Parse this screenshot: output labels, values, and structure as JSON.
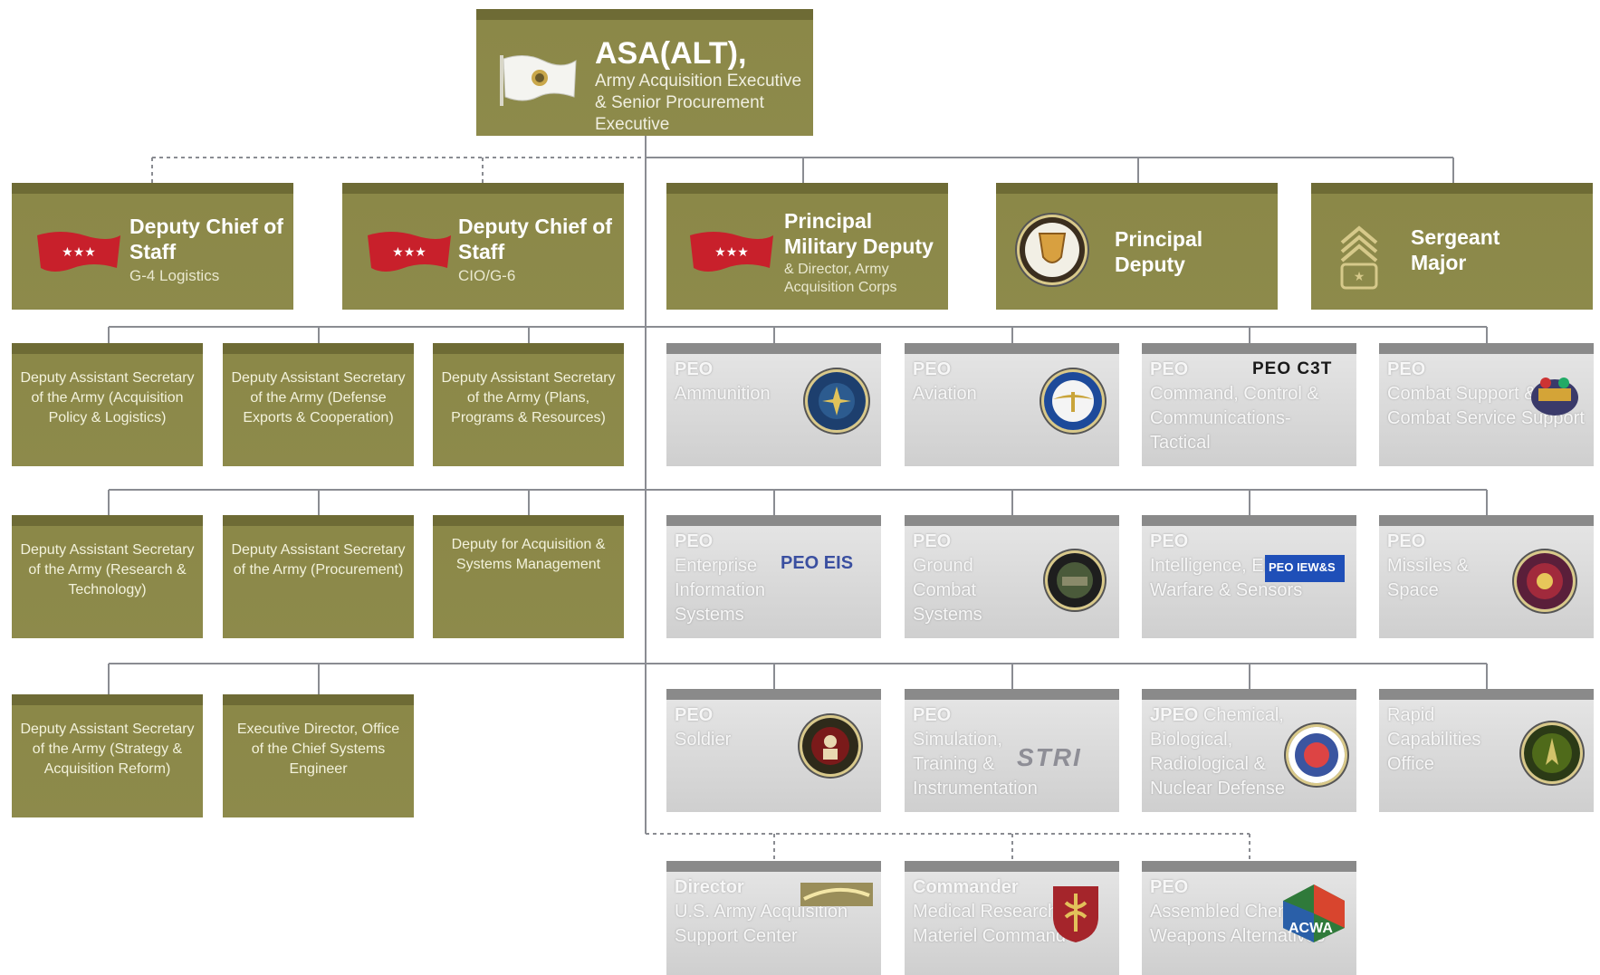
{
  "top": {
    "title": "ASA(ALT),",
    "subtitle": "Army Acquisition Executive & Senior Procurement Executive"
  },
  "level2": [
    {
      "title": "Deputy Chief of Staff",
      "subtitle": "G-4 Logistics"
    },
    {
      "title": "Deputy Chief of Staff",
      "subtitle": "CIO/G-6"
    },
    {
      "title": "Principal Military Deputy",
      "subtitle": "& Director, Army Acquisition Corps"
    },
    {
      "title": "Principal Deputy",
      "subtitle": ""
    },
    {
      "title": "Sergeant Major",
      "subtitle": ""
    }
  ],
  "deputies": [
    "Deputy Assistant Secretary of the Army (Acquisition Policy & Logistics)",
    "Deputy Assistant Secretary of the Army (Defense Exports & Cooperation)",
    "Deputy Assistant Secretary of the Army (Plans, Programs & Resources)",
    "Deputy Assistant Secretary of the Army (Research & Technology)",
    "Deputy Assistant Secretary of the Army (Procurement)",
    "Deputy for Acquisition & Systems Management",
    "Deputy Assistant Secretary of the Army (Strategy & Acquisition Reform)",
    "Executive Director, Office of the Chief Systems Engineer"
  ],
  "peos": [
    {
      "lead": "PEO",
      "text": "Ammunition"
    },
    {
      "lead": "PEO",
      "text": "Aviation"
    },
    {
      "lead": "PEO",
      "text": "Command, Control & Communications-Tactical"
    },
    {
      "lead": "PEO",
      "text": "Combat Support & Combat Service Support"
    },
    {
      "lead": "PEO",
      "text": "Enterprise Information Systems"
    },
    {
      "lead": "PEO",
      "text": "Ground Combat Systems"
    },
    {
      "lead": "PEO",
      "text": "Intelligence, Electronic Warfare & Sensors"
    },
    {
      "lead": "PEO",
      "text": "Missiles & Space"
    },
    {
      "lead": "PEO",
      "text": "Soldier"
    },
    {
      "lead": "PEO",
      "text": "Simulation, Training & Instrumentation"
    },
    {
      "lead": "JPEO",
      "text": "Chemical, Biological, Radiological & Nuclear Defense"
    },
    {
      "lead": "",
      "text": "Rapid Capabilities Office"
    }
  ],
  "bottom": [
    {
      "lead": "Director",
      "text": "U.S. Army Acquisition Support Center"
    },
    {
      "lead": "Commander",
      "text": "Medical Research & Materiel Command*"
    },
    {
      "lead": "PEO",
      "text": "Assembled Chemical Weapons Alternatives"
    }
  ],
  "logos": {
    "c3t": "PEO C3T",
    "eis": "PEO EIS",
    "iews": "PEO IEW&S",
    "stri": "STRI",
    "acwa": "ACWA"
  },
  "colors": {
    "olive": "#8b8848",
    "olive_band": "#6e6b35",
    "gray_band": "#8a8a8a",
    "gray_fill": "#d8d8d8",
    "general_star_flag": "#c8202b",
    "connector": "#8a8c92"
  }
}
